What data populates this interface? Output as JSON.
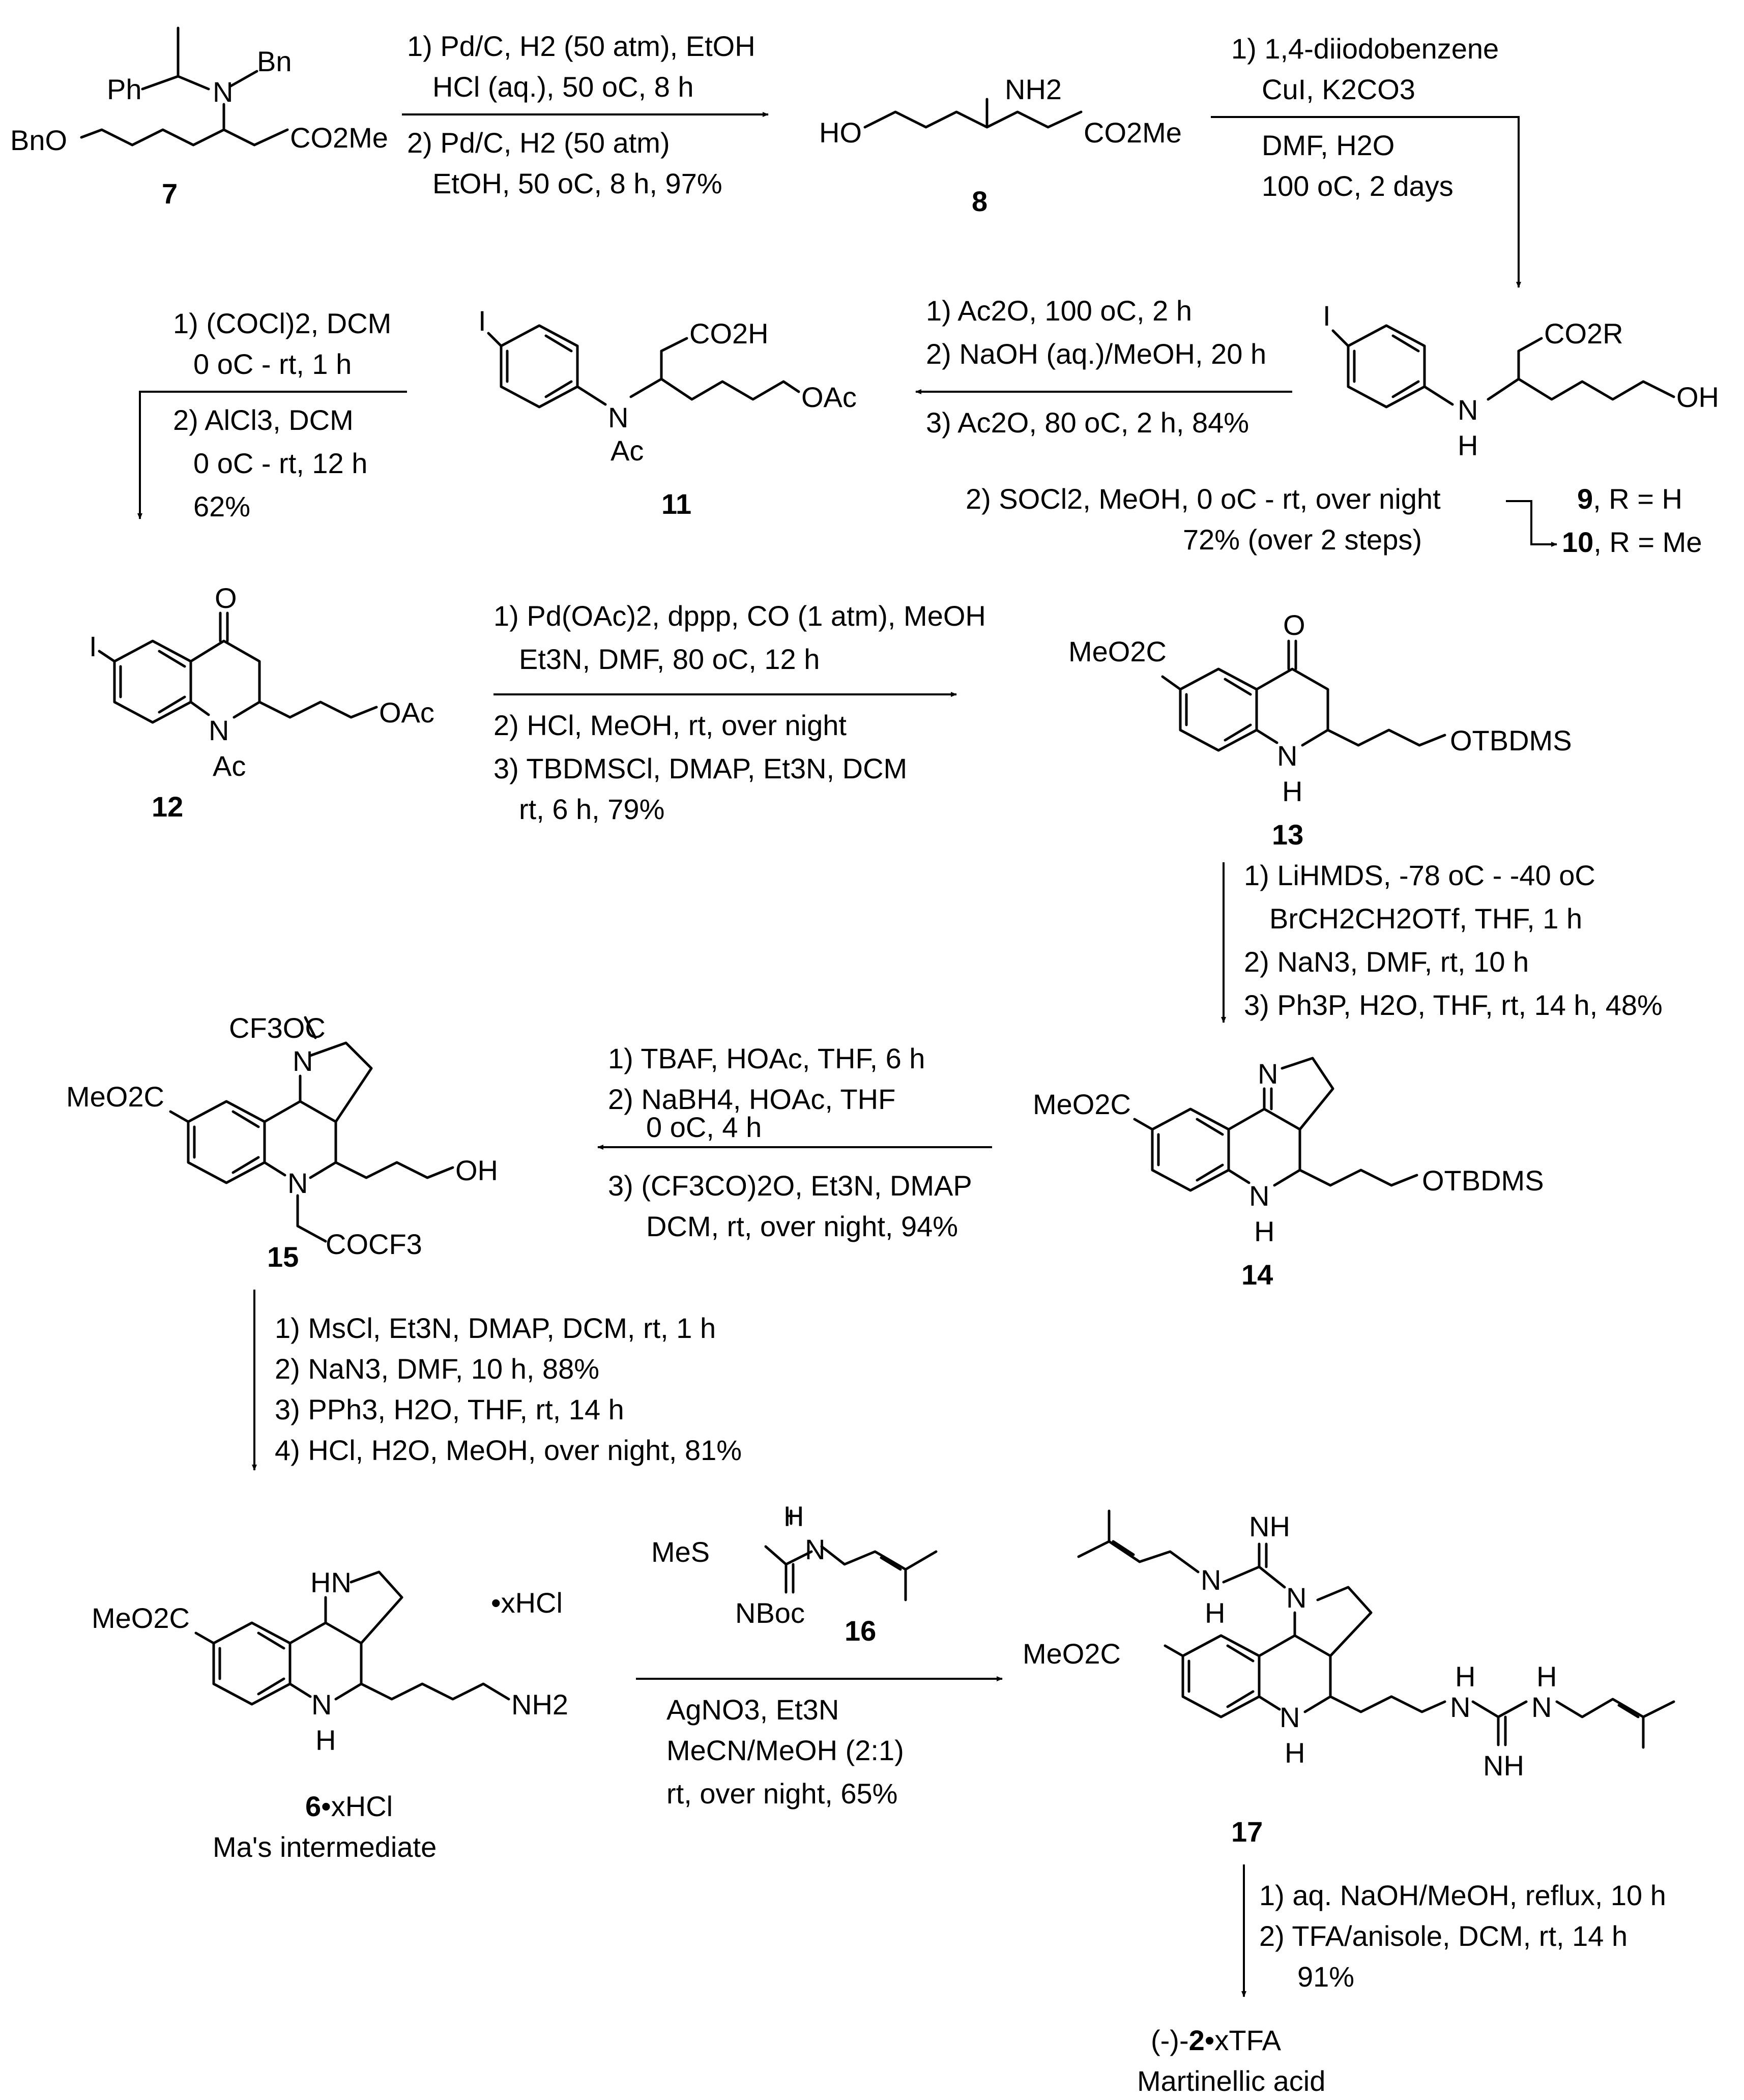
{
  "compounds": {
    "c7": {
      "number": "7",
      "atoms": {
        "ph": "Ph",
        "n": "N",
        "bn": "Bn",
        "bno": "BnO",
        "ester": "CO2Me"
      }
    },
    "c8": {
      "number": "8",
      "atoms": {
        "nh2": "NH2",
        "ho": "HO",
        "ester": "CO2Me"
      }
    },
    "c9_10": {
      "atoms": {
        "i": "I",
        "acid": "CO2R",
        "nh": "N",
        "h": "H",
        "oh": "OH"
      },
      "label9": "9",
      "label9_suffix": ", R = H",
      "label10": "10",
      "label10_suffix": ", R = Me"
    },
    "c11": {
      "number": "11",
      "atoms": {
        "i": "I",
        "acid": "CO2H",
        "n": "N",
        "ac": "Ac",
        "oac": "OAc"
      }
    },
    "c12": {
      "number": "12",
      "atoms": {
        "o": "O",
        "i": "I",
        "n": "N",
        "ac": "Ac",
        "oac": "OAc"
      }
    },
    "c13": {
      "number": "13",
      "atoms": {
        "o": "O",
        "ester": "MeO2C",
        "n": "N",
        "h": "H",
        "otbdms": "OTBDMS"
      }
    },
    "c14": {
      "number": "14",
      "atoms": {
        "n1": "N",
        "ester": "MeO2C",
        "n5": "N",
        "h": "H",
        "otbdms": "OTBDMS"
      }
    },
    "c15": {
      "number": "15",
      "atoms": {
        "cf3oc": "CF3OC",
        "n1": "N",
        "ester": "MeO2C",
        "n5": "N",
        "oh": "OH",
        "cocf3": "COCF3"
      }
    },
    "c6": {
      "number": "6",
      "number_suffix": "•xHCl",
      "name": "Ma's intermediate",
      "atoms": {
        "hn": "HN",
        "ester": "MeO2C",
        "n5": "N",
        "h": "H",
        "nh2": "NH2",
        "salt": "•xHCl"
      }
    },
    "c16": {
      "number": "16",
      "atoms": {
        "mes": "MeS",
        "h": "H",
        "n": "N",
        "nboc": "NBoc"
      }
    },
    "c17": {
      "number": "17",
      "atoms": {
        "nh_top": "NH",
        "n_top": "N",
        "h_top": "H",
        "n1": "N",
        "ester": "MeO2C",
        "n5": "N",
        "h5": "H",
        "h_a": "H",
        "n_a": "N",
        "h_b": "H",
        "n_b": "N",
        "nh_bottom": "NH"
      }
    },
    "c2": {
      "prefix": "(-)-",
      "number": "2",
      "suffix": "•xTFA",
      "name": "Martinellic acid"
    }
  },
  "steps": {
    "s7_8": [
      "1) Pd/C, H2 (50 atm), EtOH",
      "HCl (aq.), 50 oC, 8 h",
      "2) Pd/C, H2 (50 atm)",
      "EtOH, 50 oC, 8 h, 97%"
    ],
    "s8_9": [
      "1) 1,4-diiodobenzene",
      "CuI, K2CO3",
      "DMF, H2O",
      "100 oC, 2 days"
    ],
    "s9_10": [
      "2) SOCl2, MeOH, 0 oC - rt, over night",
      "72% (over 2 steps)"
    ],
    "s10_11": [
      "1) Ac2O, 100 oC, 2 h",
      "2) NaOH (aq.)/MeOH, 20 h",
      "3) Ac2O, 80 oC, 2 h, 84%"
    ],
    "s11_12": [
      "1) (COCl)2, DCM",
      "0 oC - rt, 1 h",
      "2) AlCl3, DCM",
      "0 oC - rt, 12 h",
      "62%"
    ],
    "s12_13": [
      "1) Pd(OAc)2, dppp, CO (1 atm), MeOH",
      "Et3N, DMF, 80 oC, 12 h",
      "2) HCl, MeOH, rt, over night",
      "3) TBDMSCl, DMAP, Et3N, DCM",
      "rt, 6 h, 79%"
    ],
    "s13_14": [
      "1) LiHMDS, -78 oC - -40 oC",
      "BrCH2CH2OTf, THF, 1 h",
      "2) NaN3, DMF, rt, 10 h",
      "3) Ph3P, H2O, THF, rt, 14 h, 48%"
    ],
    "s14_15": [
      "1) TBAF, HOAc, THF, 6 h",
      "2) NaBH4, HOAc, THF",
      "0 oC, 4 h",
      "3) (CF3CO)2O, Et3N, DMAP",
      "DCM, rt, over night, 94%"
    ],
    "s15_6": [
      "1) MsCl, Et3N, DMAP, DCM, rt, 1 h",
      "2) NaN3, DMF, 10 h, 88%",
      "3) PPh3, H2O, THF, rt, 14 h",
      "4) HCl, H2O, MeOH, over night, 81%"
    ],
    "s6_17": [
      "AgNO3, Et3N",
      "MeCN/MeOH (2:1)",
      "rt, over night, 65%"
    ],
    "s17_2": [
      "1) aq. NaOH/MeOH, reflux, 10 h",
      "2) TFA/anisole, DCM, rt, 14 h",
      "91%"
    ]
  }
}
